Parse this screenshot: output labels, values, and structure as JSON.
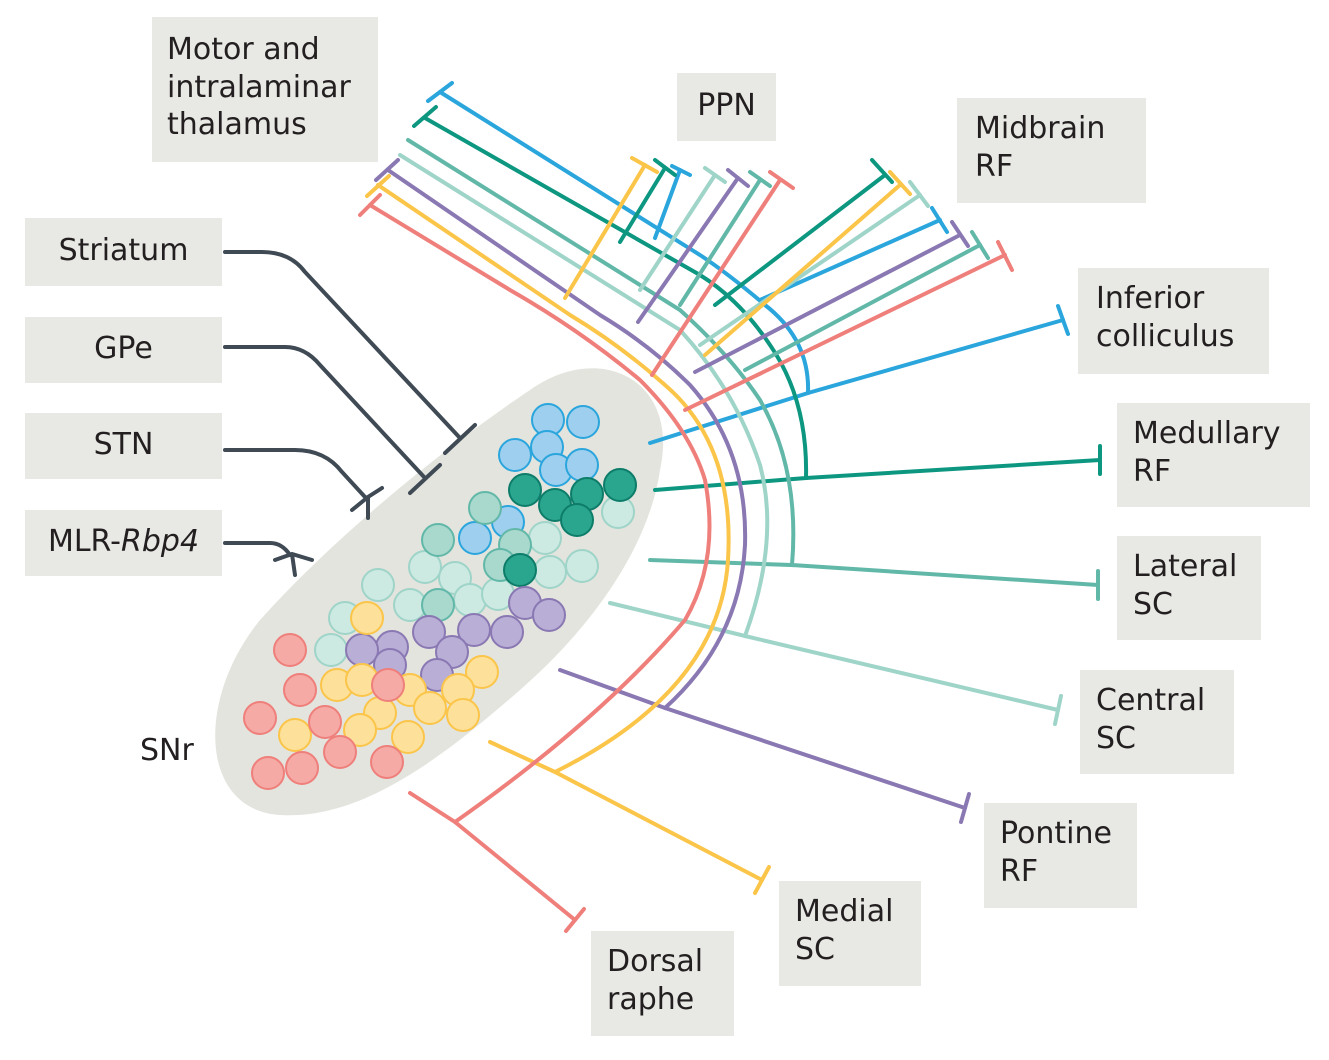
{
  "labels": {
    "thalamus": [
      "Motor and",
      "intralaminar",
      "thalamus"
    ],
    "ppn": "PPN",
    "midbrain_rf": [
      "Midbrain",
      "RF"
    ],
    "striatum": "Striatum",
    "gpe": "GPe",
    "stn": "STN",
    "mlr_prefix": "MLR-",
    "mlr_gene": "Rbp4",
    "inferior_colliculus": [
      "Inferior",
      "colliculus"
    ],
    "medullary_rf": [
      "Medullary",
      "RF"
    ],
    "lateral_sc": [
      "Lateral",
      "SC"
    ],
    "central_sc": [
      "Central",
      "SC"
    ],
    "pontine_rf": [
      "Pontine",
      "RF"
    ],
    "medial_sc": [
      "Medial",
      "SC"
    ],
    "dorsal_raphe": [
      "Dorsal",
      "raphe"
    ],
    "snr": "SNr"
  },
  "colors": {
    "blue": "#2aa6dd",
    "dark_teal": "#0d9781",
    "teal": "#62b8a8",
    "light_teal": "#9fd4c8",
    "purple": "#8a78b3",
    "yellow": "#fbc54a",
    "red": "#ef7f7b",
    "input_gray": "#3f4a55",
    "box_fill": "#e8e8e4",
    "snr_fill": "#e4e4df"
  }
}
